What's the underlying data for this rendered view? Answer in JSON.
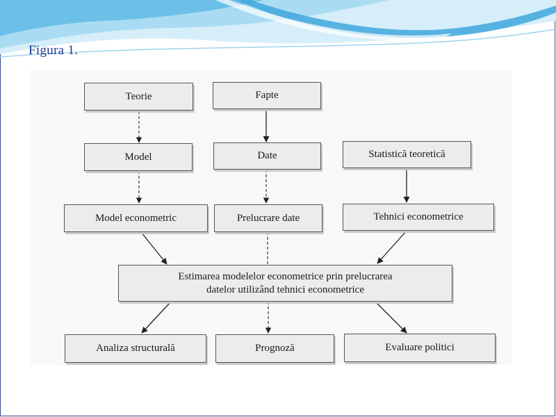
{
  "slide": {
    "title": "Figura 1.",
    "colors": {
      "title": "#1f3a93",
      "wave_light": "#cdeaf7",
      "wave_mid": "#8fd0ef",
      "wave_dark": "#3fa7dc",
      "frame": "#3d4b8a"
    }
  },
  "diagram": {
    "nodes": {
      "teorie": "Teorie",
      "fapte": "Fapte",
      "model": "Model",
      "date": "Date",
      "statistica": "Statistică teoretică",
      "model_econometric": "Model econometric",
      "prelucrare_date": "Prelucrare date",
      "tehnici": "Tehnici econometrice",
      "estimarea": "Estimarea modelelor econometrice prin prelucrarea\ndatelor utilizând tehnici econometrice",
      "analiza": "Analiza structurală",
      "prognoza": "Prognoză",
      "evaluare": "Evaluare politici"
    },
    "edges": [
      [
        "teorie",
        "model"
      ],
      [
        "fapte",
        "date"
      ],
      [
        "model",
        "model_econometric"
      ],
      [
        "date",
        "prelucrare_date"
      ],
      [
        "statistica",
        "tehnici"
      ],
      [
        "model_econometric",
        "estimarea"
      ],
      [
        "prelucrare_date",
        "estimarea"
      ],
      [
        "tehnici",
        "estimarea"
      ],
      [
        "estimarea",
        "analiza"
      ],
      [
        "estimarea",
        "prognoza"
      ],
      [
        "estimarea",
        "evaluare"
      ]
    ]
  }
}
